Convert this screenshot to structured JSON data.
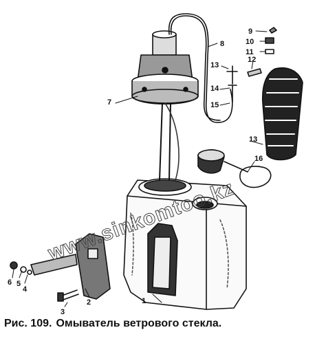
{
  "caption": {
    "prefix": "Рис. 109.",
    "title": "Омыватель ветрового стекла."
  },
  "watermark": "www.sinkomtoo.kz",
  "callouts": [
    "1",
    "2",
    "3",
    "4",
    "5",
    "6",
    "7",
    "8",
    "9",
    "10",
    "11",
    "12",
    "13",
    "14",
    "15",
    "13",
    "16"
  ]
}
